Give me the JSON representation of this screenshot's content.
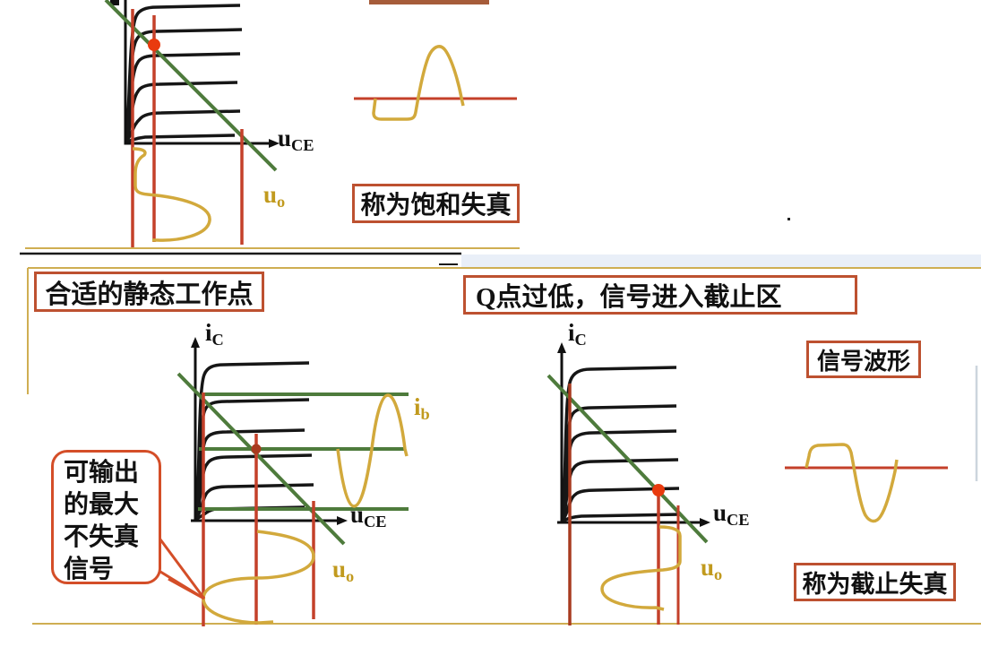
{
  "top_panel": {
    "distortion_label": "称为饱和失真"
  },
  "bottom_left_panel": {
    "title": "合适的静态工作点",
    "callout_lines": [
      "可输出",
      "的最大",
      "不失真",
      "信号"
    ]
  },
  "bottom_right_panel": {
    "title": "Q点过低，信号进入截止区",
    "waveform_box_label": "信号波形",
    "distortion_label": "称为截止失真"
  },
  "axis_labels": {
    "ic_base": "i",
    "ic_sub": "C",
    "uce_base": "u",
    "uce_sub": "CE",
    "uo_base": "u",
    "uo_sub": "o",
    "ib_base": "i",
    "ib_sub": "b"
  },
  "colors": {
    "curve_black": "#161616",
    "load_line_green": "#4e7b3c",
    "signal_red": "#c4402a",
    "q_point_red": "#e93a0e",
    "waveform_gold": "#d2a93c",
    "label_gold": "#c19a1e",
    "box_border": "#bd5130",
    "callout_border": "#d44e28",
    "panel_rule_yellow": "#cfae52",
    "strip_blue": "#e9eff8"
  }
}
